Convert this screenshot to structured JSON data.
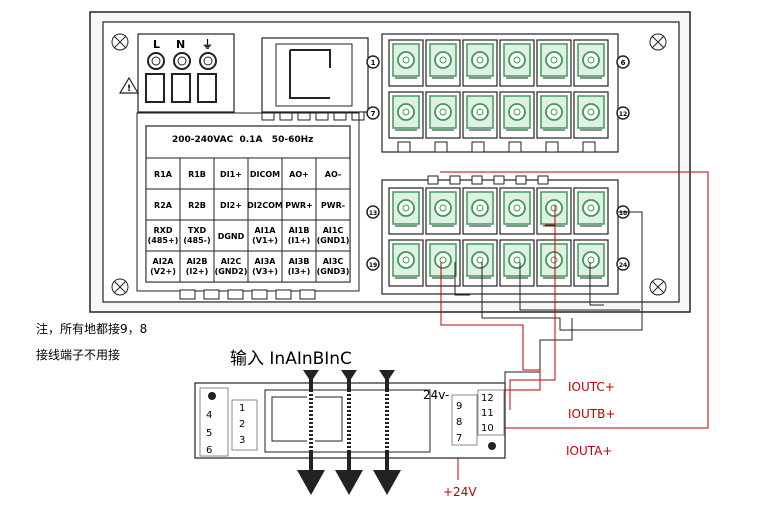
{
  "device": {
    "power_labels": [
      "L",
      "N",
      "⏚"
    ],
    "spec_label": "200-240VAC  0.1A   50-60Hz",
    "terminal_table": [
      [
        "R1A",
        "R1B",
        "DI1+",
        "DICOM",
        "AO+",
        "AO-"
      ],
      [
        "R2A",
        "R2B",
        "DI2+",
        "DI2COM",
        "PWR+",
        "PWR-"
      ],
      [
        "RXD\n(485+)",
        "TXD\n(485-)",
        "DGND",
        "AI1A\n(V1+)",
        "AI1B\n(I1+)",
        "AI1C\n(GND1)"
      ],
      [
        "AI2A\n(V2+)",
        "AI2B\n(I2+)",
        "AI2C\n(GND2)",
        "AI3A\n(V3+)",
        "AI3B\n(I3+)",
        "AI3C\n(GND3)"
      ]
    ],
    "terminal_numbers": {
      "upper_left_top": "1",
      "upper_right_top": "6",
      "upper_left_bottom": "7",
      "upper_right_bottom": "12",
      "lower_left_top": "13",
      "lower_right_top": "18",
      "lower_left_bottom": "19",
      "lower_right_bottom": "24"
    }
  },
  "note": {
    "line1": "注，所有地都接9，8",
    "line2": "接线端子不用接"
  },
  "module": {
    "input_label": "输入 InAInBInC",
    "left_pins_outer": [
      "4",
      "5",
      "6"
    ],
    "left_pins_inner": [
      "1",
      "2",
      "3"
    ],
    "right_pins_inner": [
      "9",
      "8",
      "7"
    ],
    "right_pins_outer": [
      "12",
      "11",
      "10"
    ],
    "supply_minus": "24v-",
    "supply_plus": "+24V"
  },
  "outputs": {
    "ioutc": "IOUTC+",
    "ioutb": "IOUTB+",
    "iouta": "IOUTA+"
  },
  "colors": {
    "wire_red": "#c00000",
    "terminal_green": "#3f9a57",
    "terminal_light": "#dff1e3",
    "outline": "#222222"
  }
}
